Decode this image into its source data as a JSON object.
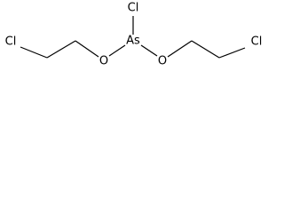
{
  "molecule": {
    "atoms": {
      "cl_top": "Cl",
      "arsenic": "As",
      "oxygen_left": "O",
      "oxygen_right": "O",
      "cl_left": "Cl",
      "cl_right": "Cl"
    }
  }
}
